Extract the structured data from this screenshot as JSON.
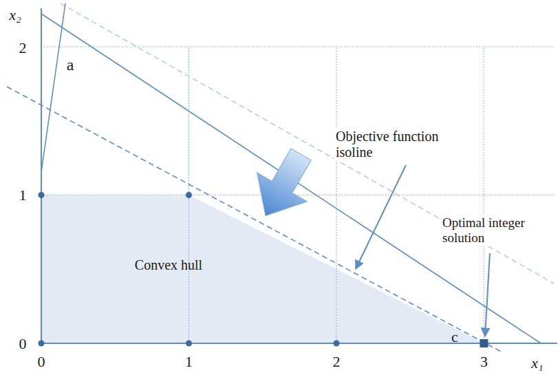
{
  "diagram": {
    "labels": [
      "x₂",
      "2",
      "a",
      "Objective function isoline",
      "1",
      "Optimal integer solution",
      "Convex hull",
      "c",
      "0",
      "0",
      "1",
      "2",
      "3",
      "x₁"
    ]
  }
}
